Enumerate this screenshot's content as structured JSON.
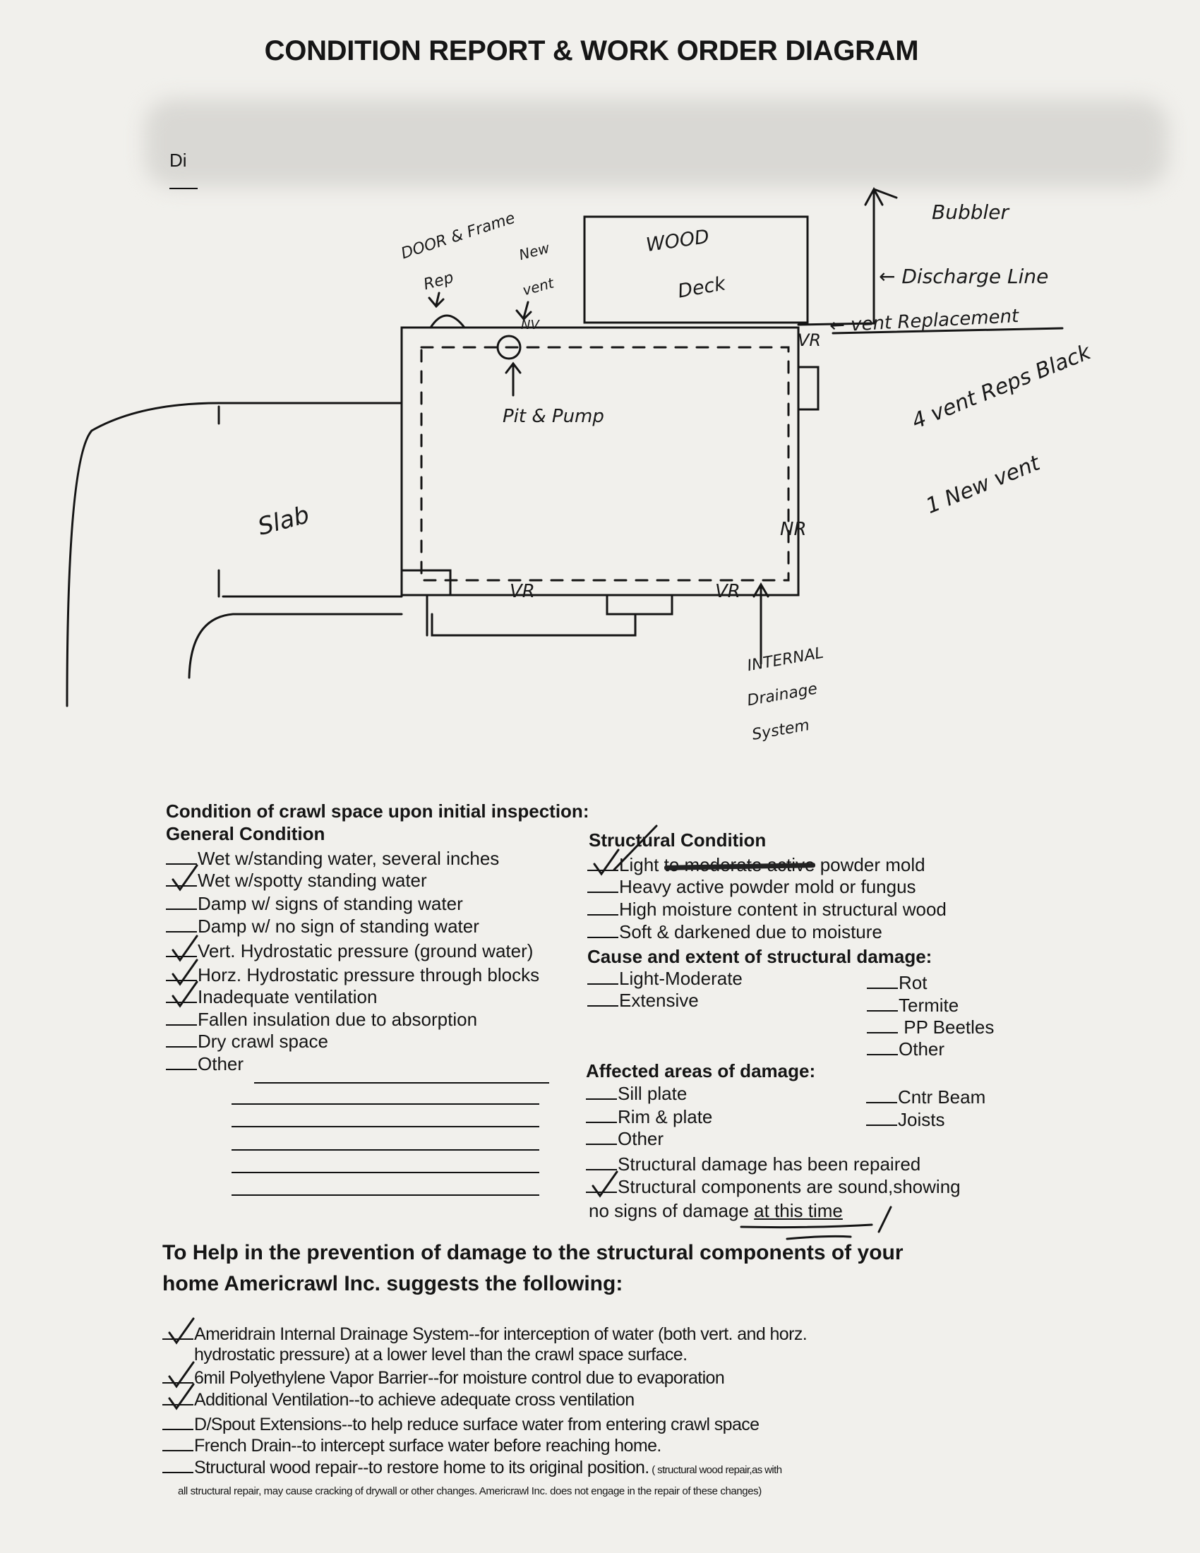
{
  "header": {
    "title": "CONDITION REPORT & WORK ORDER DIAGRAM",
    "partial_label": "Di"
  },
  "diagram": {
    "annotations": {
      "door_frame": "DOOR & Frame",
      "door_rep": "Rep",
      "new_vent_1": "New",
      "new_vent_2": "vent",
      "nv": "NV",
      "wood": "WOOD",
      "deck": "Deck",
      "bubbler": "Bubbler",
      "discharge": "← Discharge Line",
      "vr_top": "VR",
      "vent_replacement": "← vent Replacement",
      "pit_pump": "Pit & Pump",
      "vent_reps": "4 vent Reps  Black",
      "new_vent_count": "1 New vent",
      "slab": "Slab",
      "nr": "NR",
      "vr_bottom_1": "VR",
      "vr_bottom_2": "VR",
      "internal_1": "INTERNAL",
      "internal_2": "Drainage",
      "internal_3": "System"
    }
  },
  "conditions": {
    "heading": "Condition of crawl space upon initial inspection:",
    "general": {
      "heading": "General Condition",
      "items": [
        {
          "label": "Wet w/standing water, several inches",
          "checked": false
        },
        {
          "label": "Wet w/spotty standing water",
          "checked": true
        },
        {
          "label": "Damp w/ signs of standing water",
          "checked": false
        },
        {
          "label": "Damp w/ no sign of standing water",
          "checked": false
        },
        {
          "label": "Vert. Hydrostatic pressure (ground water)",
          "checked": true
        },
        {
          "label": "Horz. Hydrostatic pressure through blocks",
          "checked": true
        },
        {
          "label": "Inadequate ventilation",
          "checked": true
        },
        {
          "label": "Fallen insulation due to absorption",
          "checked": false
        },
        {
          "label": "Dry crawl space",
          "checked": false
        },
        {
          "label": "Other",
          "checked": false
        }
      ]
    },
    "structural": {
      "heading": "Structural Condition",
      "first_item": {
        "before": "Light ",
        "struck": "to moderate active",
        "after": " powder mold",
        "checked": true
      },
      "items": [
        {
          "label": "Heavy active powder mold or fungus",
          "checked": false
        },
        {
          "label": "High moisture content in structural wood",
          "checked": false
        },
        {
          "label": "Soft & darkened due to moisture",
          "checked": false
        }
      ]
    },
    "cause": {
      "heading": "Cause and extent of structural damage:",
      "left": [
        {
          "label": "Light-Moderate",
          "checked": false
        },
        {
          "label": "Extensive",
          "checked": false
        }
      ],
      "right": [
        {
          "label": "Rot",
          "checked": false
        },
        {
          "label": "Termite",
          "checked": false
        },
        {
          "label": " PP Beetles",
          "checked": false
        },
        {
          "label": "Other",
          "checked": false
        }
      ]
    },
    "affected": {
      "heading": "Affected areas of damage:",
      "left": [
        {
          "label": "Sill plate",
          "checked": false
        },
        {
          "label": "Rim & plate",
          "checked": false
        },
        {
          "label": "Other",
          "checked": false
        }
      ],
      "right": [
        {
          "label": "Cntr Beam",
          "checked": false
        },
        {
          "label": "Joists",
          "checked": false
        }
      ],
      "repaired": {
        "label": "Structural damage has been repaired",
        "checked": false
      },
      "sound": {
        "label": "Structural components are sound,showing",
        "checked": true
      },
      "sound_cont": "no signs of damage ",
      "sound_cont_underlined": "at this time"
    }
  },
  "suggestions": {
    "heading_1": "To Help in the prevention of damage to the structural components of your",
    "heading_2": "home Americrawl Inc. suggests the following:",
    "items": [
      {
        "label": "Ameridrain Internal Drainage System--for interception of water (both vert. and horz.",
        "checked": true,
        "cont": "hydrostatic pressure) at a lower level than the crawl space surface."
      },
      {
        "label": "6mil Polyethylene Vapor Barrier--for moisture control due to evaporation",
        "checked": true
      },
      {
        "label": "Additional Ventilation--to achieve adequate cross ventilation",
        "checked": true
      },
      {
        "label": "D/Spout Extensions--to help reduce surface water from entering crawl space",
        "checked": false
      },
      {
        "label": "French Drain--to intercept surface water before reaching home.",
        "checked": false
      },
      {
        "label": "Structural wood repair--to restore home to its original position.",
        "checked": false,
        "note": " ( structural wood repair,as with"
      }
    ],
    "footnote": "all structural repair, may cause cracking of drywall or other changes.  Americrawl Inc. does not engage in the repair of these changes)"
  }
}
